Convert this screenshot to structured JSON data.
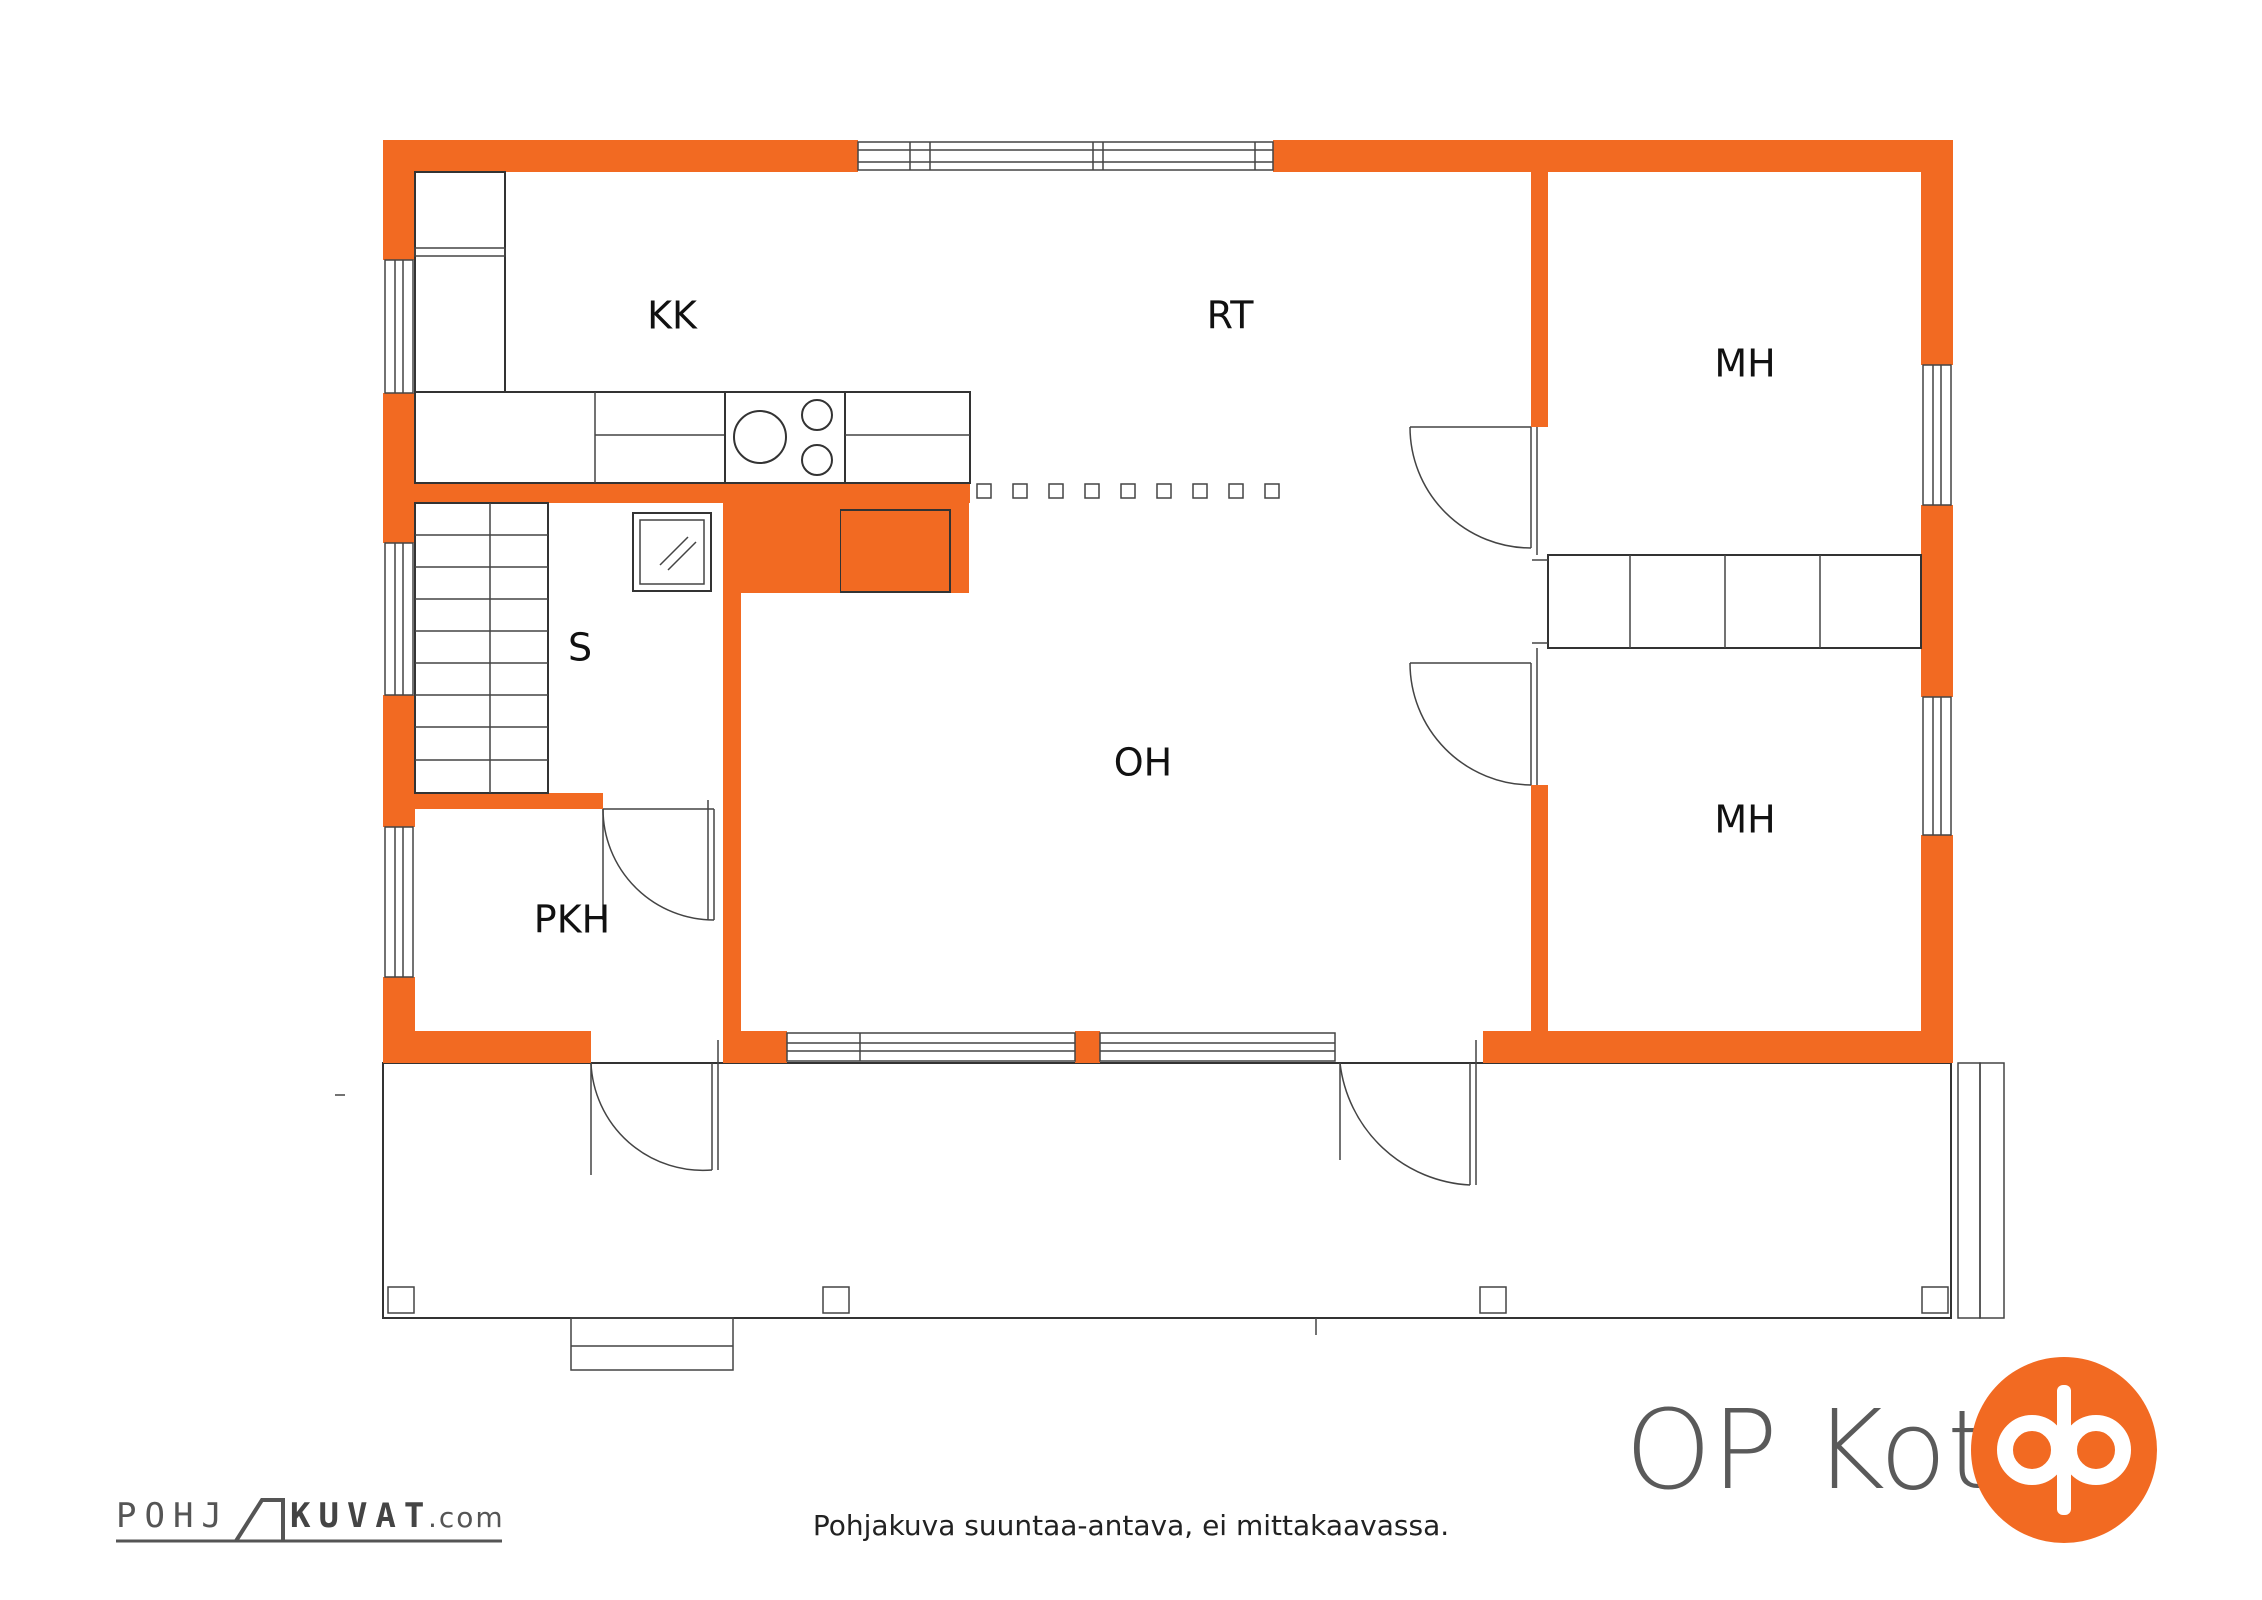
{
  "colors": {
    "wall": "#F26A22",
    "line": "#333333",
    "brand_text": "#5A5A5A",
    "brand_logo": "#F26A22"
  },
  "rooms": {
    "kk": "KK",
    "rt": "RT",
    "mh_top": "MH",
    "s": "S",
    "oh": "OH",
    "mh_bottom": "MH",
    "pkh": "PKH"
  },
  "brand": {
    "name": "OP Koti"
  },
  "footer": {
    "disclaimer": "Pohjakuva suuntaa-antava, ei mittakaavassa."
  },
  "credit": {
    "left_text": "POHJ",
    "right_text": "KUVAT",
    "suffix": ".com"
  }
}
